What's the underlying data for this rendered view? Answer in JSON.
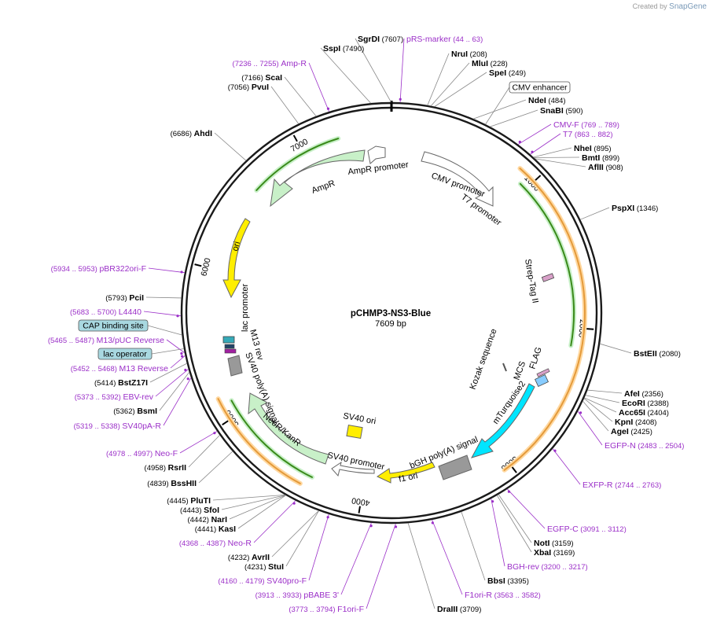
{
  "branding": {
    "created_by": "Created by",
    "app": "SnapGene"
  },
  "plasmid": {
    "name": "pCHMP3-NS3-Blue",
    "length_label": "7609 bp"
  },
  "colors": {
    "enzyme": "#000000",
    "primer": "#9b2fc8",
    "leader": "#888888",
    "orf_green": "#3a8a1a",
    "orf_orange": "#e49a3a",
    "backbone": "#1a1a1a"
  },
  "ruler": [
    "1000",
    "2000",
    "3000",
    "4000",
    "5000",
    "6000",
    "7000"
  ],
  "enzymes": [
    {
      "name": "SgrDI",
      "pos": "(7607)"
    },
    {
      "name": "SspI",
      "pos": "(7490)"
    },
    {
      "name": "NruI",
      "pos": "(208)"
    },
    {
      "name": "MluI",
      "pos": "(228)"
    },
    {
      "name": "SpeI",
      "pos": "(249)"
    },
    {
      "name": "NdeI",
      "pos": "(484)"
    },
    {
      "name": "SnaBI",
      "pos": "(590)"
    },
    {
      "name": "NheI",
      "pos": "(895)"
    },
    {
      "name": "BmtI",
      "pos": "(899)"
    },
    {
      "name": "AflII",
      "pos": "(908)"
    },
    {
      "name": "PspXI",
      "pos": "(1346)"
    },
    {
      "name": "BstEII",
      "pos": "(2080)"
    },
    {
      "name": "AfeI",
      "pos": "(2356)"
    },
    {
      "name": "EcoRI",
      "pos": "(2388)"
    },
    {
      "name": "Acc65I",
      "pos": "(2404)"
    },
    {
      "name": "KpnI",
      "pos": "(2408)"
    },
    {
      "name": "AgeI",
      "pos": "(2425)"
    },
    {
      "name": "NotI",
      "pos": "(3159)"
    },
    {
      "name": "XbaI",
      "pos": "(3169)"
    },
    {
      "name": "BbsI",
      "pos": "(3395)"
    },
    {
      "name": "DraIII",
      "pos": "(3709)"
    },
    {
      "name": "StuI",
      "pos": "(4231)"
    },
    {
      "name": "AvrII",
      "pos": "(4232)"
    },
    {
      "name": "KasI",
      "pos": "(4441)"
    },
    {
      "name": "NarI",
      "pos": "(4442)"
    },
    {
      "name": "SfoI",
      "pos": "(4443)"
    },
    {
      "name": "PluTI",
      "pos": "(4445)"
    },
    {
      "name": "BssHII",
      "pos": "(4839)"
    },
    {
      "name": "RsrII",
      "pos": "(4958)"
    },
    {
      "name": "BsmI",
      "pos": "(5362)"
    },
    {
      "name": "BstZ17I",
      "pos": "(5414)"
    },
    {
      "name": "PciI",
      "pos": "(5793)"
    },
    {
      "name": "AhdI",
      "pos": "(6686)"
    },
    {
      "name": "PvuI",
      "pos": "(7056)"
    },
    {
      "name": "ScaI",
      "pos": "(7166)"
    }
  ],
  "primers": [
    {
      "name": "pRS-marker",
      "range": "(44 .. 63)"
    },
    {
      "name": "Amp-R",
      "range": "(7236 .. 7255)"
    },
    {
      "name": "CMV-F",
      "range": "(769 .. 789)"
    },
    {
      "name": "T7",
      "range": "(863 .. 882)"
    },
    {
      "name": "EGFP-N",
      "range": "(2483 .. 2504)"
    },
    {
      "name": "EXFP-R",
      "range": "(2744 .. 2763)"
    },
    {
      "name": "EGFP-C",
      "range": "(3091 .. 3112)"
    },
    {
      "name": "BGH-rev",
      "range": "(3200 .. 3217)"
    },
    {
      "name": "F1ori-R",
      "range": "(3563 .. 3582)"
    },
    {
      "name": "F1ori-F",
      "range": "(3773 .. 3794)"
    },
    {
      "name": "pBABE 3'",
      "range": "(3913 .. 3933)"
    },
    {
      "name": "SV40pro-F",
      "range": "(4160 .. 4179)"
    },
    {
      "name": "Neo-R",
      "range": "(4368 .. 4387)"
    },
    {
      "name": "Neo-F",
      "range": "(4978 .. 4997)"
    },
    {
      "name": "SV40pA-R",
      "range": "(5319 .. 5338)"
    },
    {
      "name": "EBV-rev",
      "range": "(5373 .. 5392)"
    },
    {
      "name": "M13 Reverse",
      "range": "(5452 .. 5468)"
    },
    {
      "name": "M13/pUC Reverse",
      "range": "(5465 .. 5487)"
    },
    {
      "name": "L4440",
      "range": "(5683 .. 5700)"
    },
    {
      "name": "pBR322ori-F",
      "range": "(5934 .. 5953)"
    }
  ],
  "boxed_features": [
    "CMV enhancer",
    "CAP binding site",
    "lac operator"
  ],
  "inner_features": [
    "AmpR promoter",
    "AmpR",
    "CMV promoter",
    "T7 promoter",
    "Strep-Tag II",
    "ori",
    "lac promoter",
    "M13 rev",
    "SV40 poly(A) signal",
    "NeoR/KanR",
    "SV40 ori",
    "SV40 promoter",
    "f1 ori",
    "bGH poly(A) signal",
    "mTurquoise2",
    "Kozak sequence",
    "MCS",
    "FLAG"
  ]
}
